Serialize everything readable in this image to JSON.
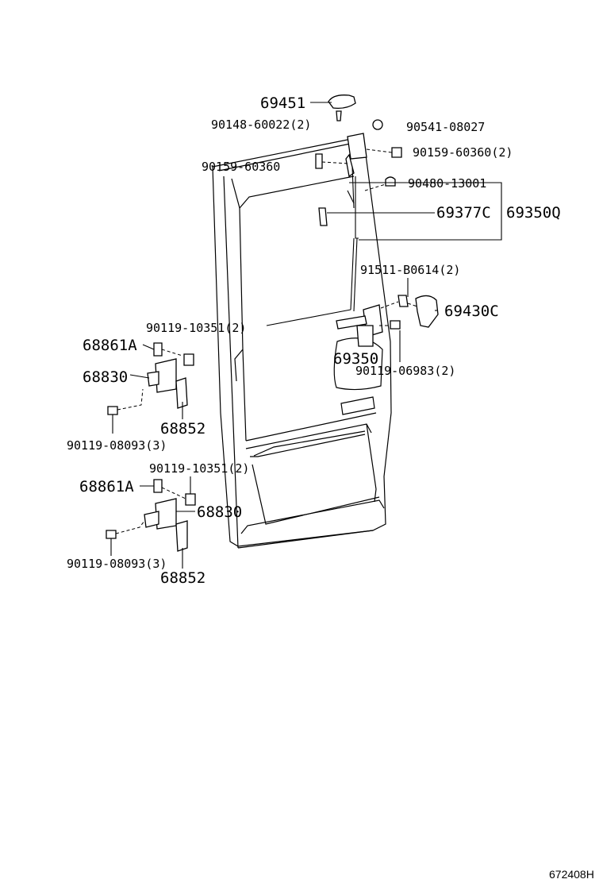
{
  "labels": {
    "p69451": "69451",
    "p90148_60022": "90148-60022(2)",
    "p90541_08027": "90541-08027",
    "p90159_60360_2": "90159-60360(2)",
    "p90159_60360": "90159-60360",
    "p90480_13001": "90480-13001",
    "p69377C": "69377C",
    "p69350Q": "69350Q",
    "p91511_B0614": "91511-B0614(2)",
    "p69430C": "69430C",
    "p90119_10351_a": "90119-10351(2)",
    "p68861A_a": "68861A",
    "p69350": "69350",
    "p90119_06983": "90119-06983(2)",
    "p68830_a": "68830",
    "p68852_a": "68852",
    "p90119_08093_a": "90119-08093(3)",
    "p90119_10351_b": "90119-10351(2)",
    "p68861A_b": "68861A",
    "p68830_b": "68830",
    "p90119_08093_b": "90119-08093(3)",
    "p68852_b": "68852"
  },
  "reference_code": "672408H"
}
